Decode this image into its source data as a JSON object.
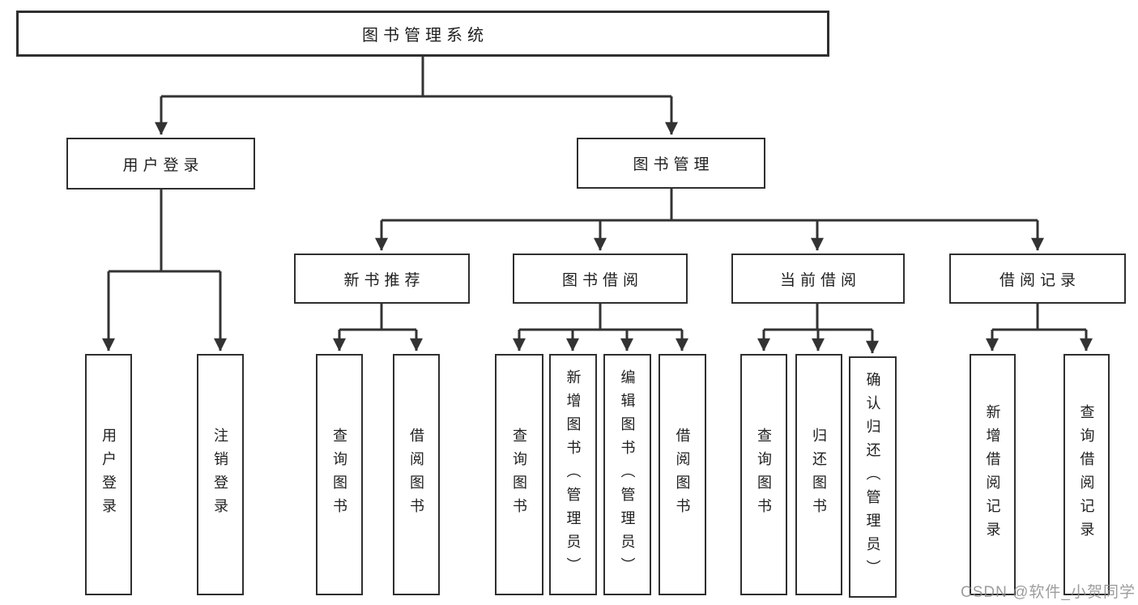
{
  "tree": {
    "root": {
      "label": "图书管理系统"
    },
    "level2": [
      {
        "label": "用户登录",
        "leaves": [
          "用户登录",
          "注销登录"
        ]
      },
      {
        "label": "图书管理",
        "children": [
          {
            "label": "新书推荐",
            "leaves": [
              "查询图书",
              "借阅图书"
            ]
          },
          {
            "label": "图书借阅",
            "leaves": [
              "查询图书",
              "新增图书（管理员）",
              "编辑图书（管理员）",
              "借阅图书"
            ]
          },
          {
            "label": "当前借阅",
            "leaves": [
              "查询图书",
              "归还图书",
              "确认归还（管理员）"
            ]
          },
          {
            "label": "借阅记录",
            "leaves": [
              "新增借阅记录",
              "查询借阅记录"
            ]
          }
        ]
      }
    ]
  },
  "watermark": {
    "text": "CSDN @软件_小贺同学"
  },
  "colors": {
    "line": "#333333",
    "box_border": "#2f2f2f",
    "text": "#1f1f1f",
    "background": "#ffffff",
    "watermark": "#8c8c8c"
  }
}
